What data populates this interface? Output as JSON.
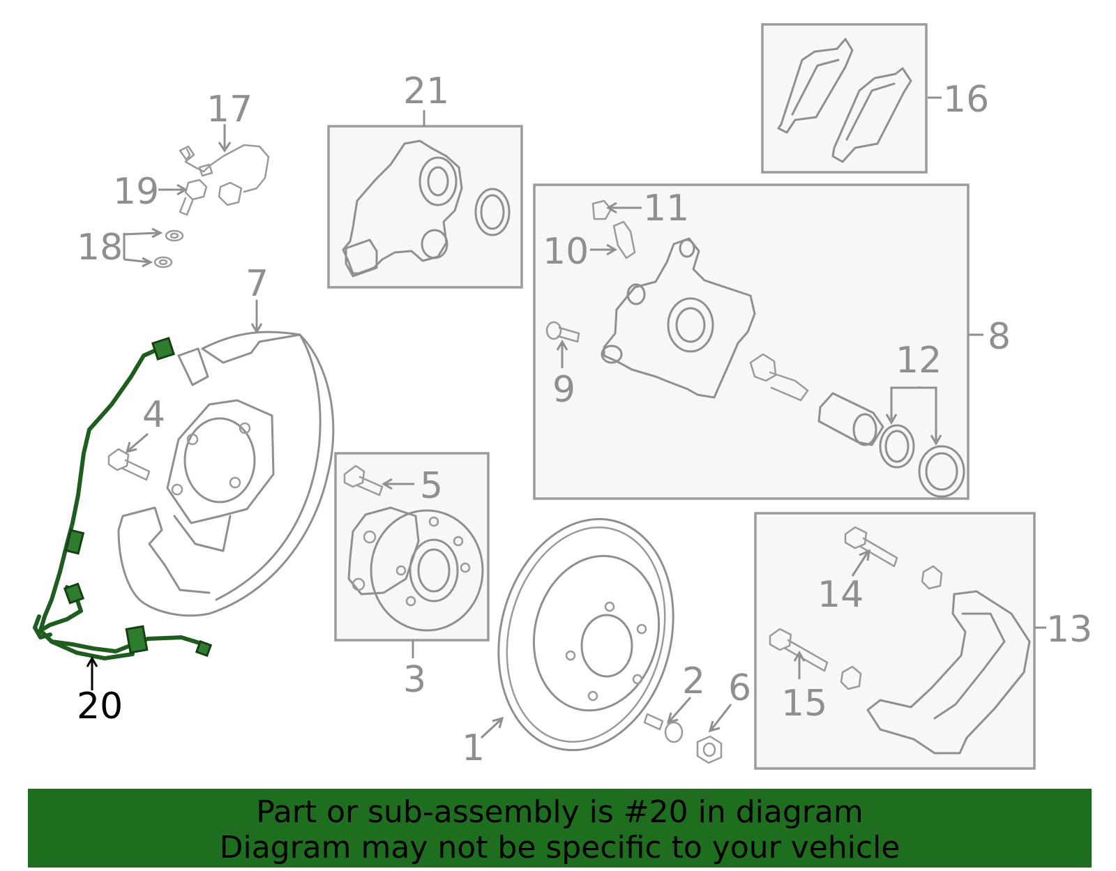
{
  "diagram": {
    "labels": {
      "p1": "1",
      "p2": "2",
      "p3": "3",
      "p4": "4",
      "p5": "5",
      "p6": "6",
      "p7": "7",
      "p8": "8",
      "p9": "9",
      "p10": "10",
      "p11": "11",
      "p12": "12",
      "p13": "13",
      "p14": "14",
      "p15": "15",
      "p16": "16",
      "p17": "17",
      "p18": "18",
      "p19": "19",
      "p20": "20",
      "p21": "21"
    },
    "highlighted_part": "20",
    "colors": {
      "highlight": "#1f6e1f",
      "part_stroke": "#8f8f8f",
      "box_fill": "#f7f7f7"
    }
  },
  "banner": {
    "line1": "Part or sub-assembly is #20 in diagram",
    "line2": "Diagram may not be specific to your vehicle"
  }
}
